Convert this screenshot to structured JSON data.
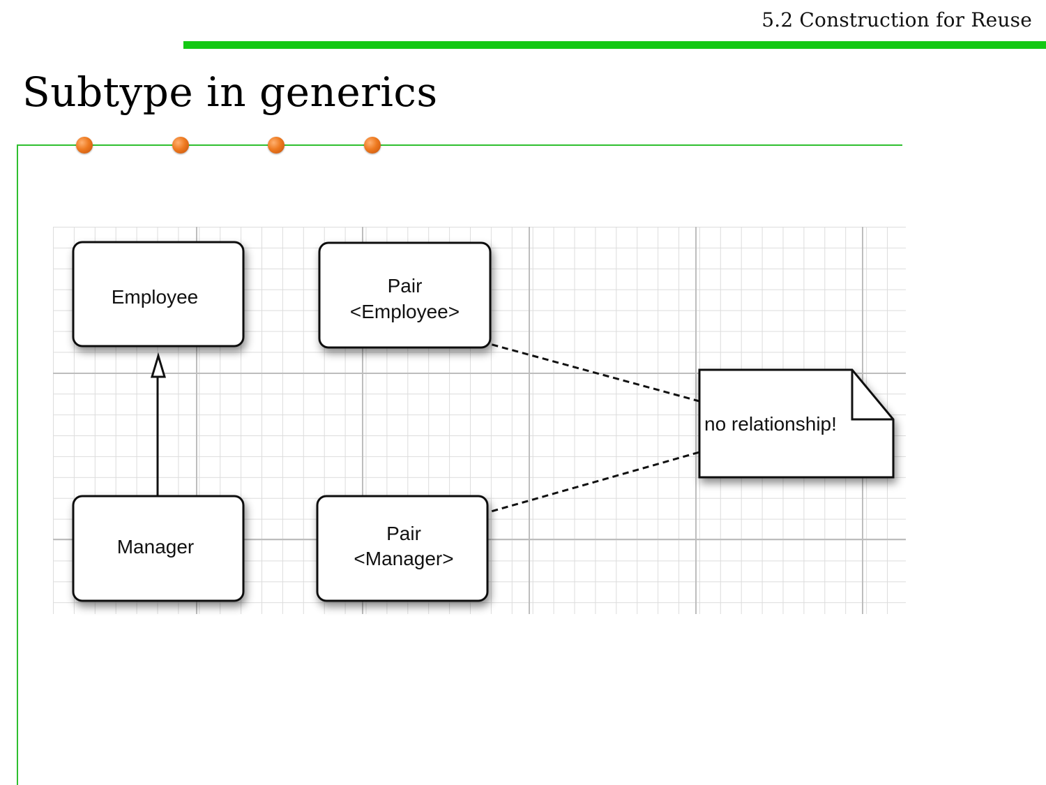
{
  "header": {
    "section": "5.2 Construction for Reuse"
  },
  "slide": {
    "title": "Subtype in generics"
  },
  "colors": {
    "accent_green": "#14c814",
    "frame_green": "#2fbf2f",
    "dot_orange": "#ee7a20"
  },
  "bullets": {
    "count": 4
  },
  "diagram": {
    "employee": "Employee",
    "manager": "Manager",
    "pair_employee": {
      "line1": "Pair",
      "line2": "<Employee>"
    },
    "pair_manager": {
      "line1": "Pair",
      "line2": "<Manager>"
    },
    "note": "no relationship!"
  }
}
